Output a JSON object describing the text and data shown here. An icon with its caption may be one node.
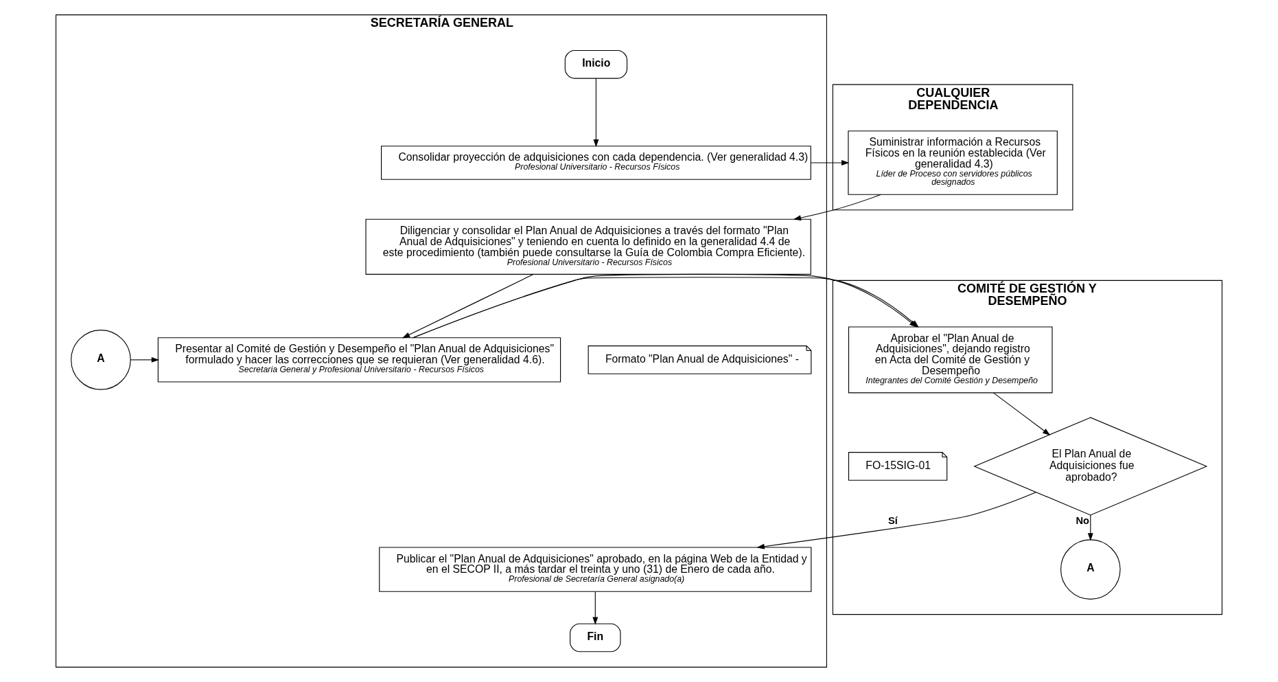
{
  "diagram": {
    "nodes": [
      {
        "text": [
          "SECRETARÍA GENERAL"
        ]
      },
      {
        "text": [
          "CUALQUIER DEPENDENCIA"
        ]
      },
      {
        "text": [
          "COMITÉ DE GESTIÓN Y DESEMPEÑO"
        ]
      },
      {
        "text": [
          "Inicio"
        ],
        "in": 0
      },
      {
        "text": [
          "Consolidar proyección de adquisiciones con cada dependencia. (Ver generalidad 4.3)",
          "Profesional Universitario - Recursos Físicos"
        ],
        "in": 0
      },
      {
        "text": [
          "Suministrar información a Recursos Físicos en la reunión establecida (Ver generalidad 4.3)",
          "Líder de Proceso con servidores públicos designados"
        ],
        "in": 1
      },
      {
        "text": [
          "Diligenciar y consolidar el Plan Anual de Adquisiciones a través del formato \"Plan Anual de Adquisiciones\" y teniendo en cuenta lo definido en la generalidad 4.4 de este procedimiento (también puede consultarse la Guía de Colombia Compra Eficiente).",
          "Profesional Universitario - Recursos Físicos"
        ],
        "in": 0
      },
      {
        "text": [
          "Formato \"Plan Anual de Adquisiciones\" -"
        ],
        "in": 0
      },
      {
        "text": [
          "A"
        ],
        "in": 0
      },
      {
        "text": [
          "Presentar al Comité de Gestión y Desempeño el \"Plan Anual de Adquisiciones\" formulado y hacer las correcciones que se requieran (Ver generalidad 4.6).",
          "Secretaria General y Profesional Universitario - Recursos Físicos"
        ],
        "in": 0
      },
      {
        "text": [
          "Aprobar el \"Plan Anual de Adquisiciones\", dejando registro en Acta del Comité de Gestión y Desempeño",
          "Integrantes del Comité Gestión y Desempeño"
        ],
        "in": 2
      },
      {
        "text": [
          "FO-15SIG-01"
        ],
        "in": 2
      },
      {
        "text": [
          "El Plan Anual de Adquisiciones fue aprobado?"
        ],
        "in": 2
      },
      {
        "text": [
          "A"
        ],
        "in": 2
      },
      {
        "text": [
          "Publicar el \"Plan Anual de Adquisiciones\" aprobado, en la página Web de la Entidad y en el SECOP II, a más tardar el treinta y uno (31) de Enero de cada año.",
          "Profesional de Secretaría General asignado(a)"
        ],
        "in": 0
      },
      {
        "text": [
          "Fin"
        ],
        "in": 0
      }
    ],
    "edges": [
      {
        "from": 3,
        "to": 4,
        "arrow": "to"
      },
      {
        "from": 4,
        "to": 5,
        "arrow": "to"
      },
      {
        "from": 5,
        "to": 6,
        "arrow": "to"
      },
      {
        "from": 6,
        "to": 9,
        "arrow": "to"
      },
      {
        "from": 8,
        "to": 9,
        "arrow": "to"
      },
      {
        "from": 9,
        "to": 10,
        "arrow": "to"
      },
      {
        "from": 10,
        "to": 12,
        "arrow": "to"
      },
      {
        "from": 12,
        "to": 14,
        "label": "Sí",
        "arrow": "to"
      },
      {
        "from": 12,
        "to": 13,
        "label": "No",
        "arrow": "to"
      },
      {
        "from": 14,
        "to": 15,
        "arrow": "to"
      }
    ]
  }
}
